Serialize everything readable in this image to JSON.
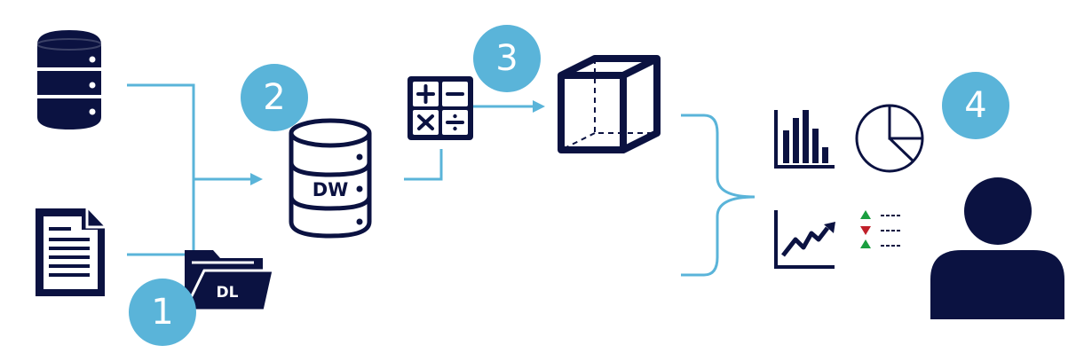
{
  "colors": {
    "navy": "#0b1241",
    "accent": "#5ab4d9",
    "white": "#ffffff",
    "up": "#1a9e3f",
    "down": "#c0202a"
  },
  "steps": [
    {
      "number": "1"
    },
    {
      "number": "2"
    },
    {
      "number": "3"
    },
    {
      "number": "4"
    }
  ],
  "nodes": {
    "data_lake": {
      "label": "DL",
      "icon": "folder-icon"
    },
    "data_warehouse": {
      "label": "DW",
      "icon": "database-icon"
    },
    "source_database": {
      "icon": "server-stack-icon"
    },
    "source_file": {
      "icon": "document-icon"
    },
    "calculations": {
      "icon": "calculator-icon"
    },
    "cube": {
      "icon": "cube-icon"
    },
    "outputs": [
      {
        "icon": "bar-chart-icon"
      },
      {
        "icon": "pie-chart-icon"
      },
      {
        "icon": "line-chart-icon"
      },
      {
        "icon": "kpi-list-icon"
      }
    ],
    "user": {
      "icon": "user-icon"
    }
  }
}
